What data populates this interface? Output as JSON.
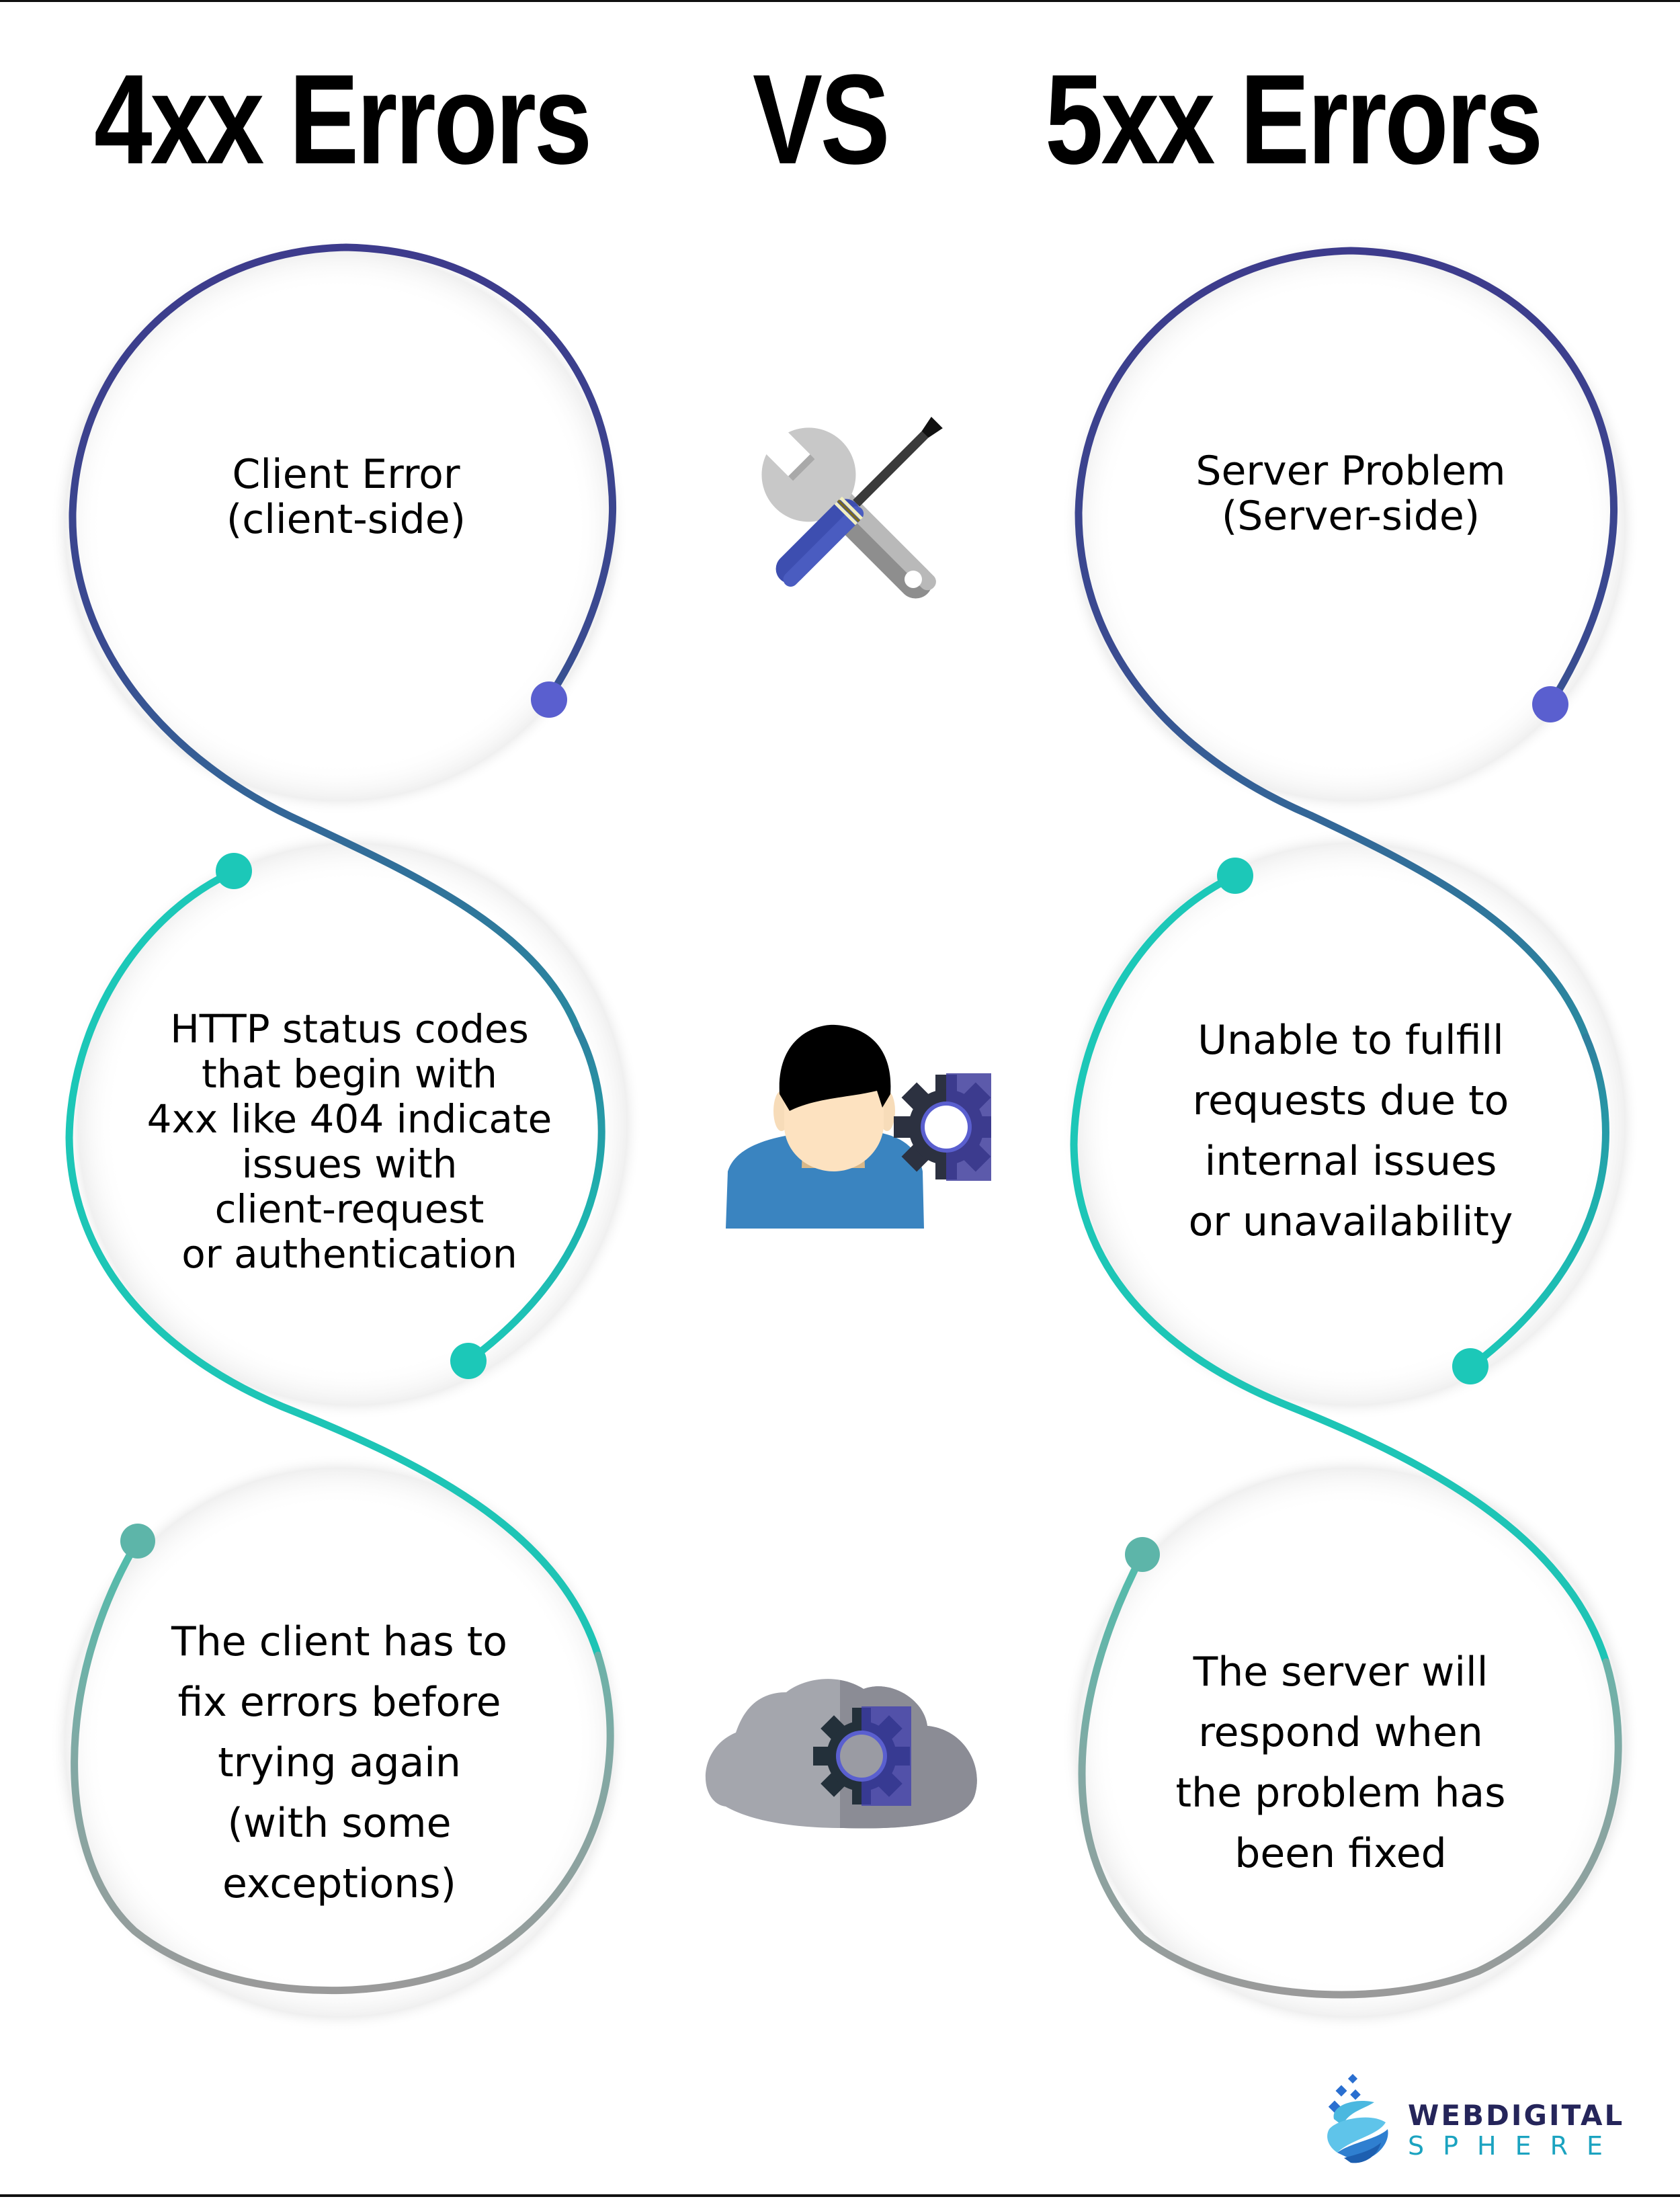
{
  "header": {
    "left_title": "4xx Errors",
    "vs": "VS",
    "right_title": "5xx Errors"
  },
  "colors": {
    "indigo": "#3f3d8f",
    "indigo_dot": "#5a5fcf",
    "teal": "#1cc8b8",
    "teal_muted": "#5db5a9",
    "gray": "#9a9a9a",
    "logo_dark": "#25255a",
    "logo_teal": "#1ba3c0"
  },
  "left_column": {
    "items": [
      {
        "lines": [
          "Client Error",
          "(client-side)"
        ]
      },
      {
        "lines": [
          "HTTP status codes",
          "that begin with",
          "4xx like 404 indicate",
          "issues with",
          "client-request",
          "or authentication"
        ]
      },
      {
        "lines": [
          "The client has to",
          "fix errors before",
          "trying again",
          "(with some",
          "exceptions)"
        ]
      }
    ]
  },
  "right_column": {
    "items": [
      {
        "lines": [
          "Server Problem",
          "(Server-side)"
        ]
      },
      {
        "lines": [
          "Unable to fulfill",
          "requests due to",
          "internal issues",
          "or unavailability"
        ]
      },
      {
        "lines": [
          "The server will",
          "respond when",
          "the problem has",
          "been fixed"
        ]
      }
    ]
  },
  "center_icons": [
    {
      "name": "tools-icon"
    },
    {
      "name": "user-settings-icon"
    },
    {
      "name": "cloud-settings-icon"
    }
  ],
  "logo": {
    "line1": "WEBDIGITAL",
    "line2": "SPHERE"
  }
}
